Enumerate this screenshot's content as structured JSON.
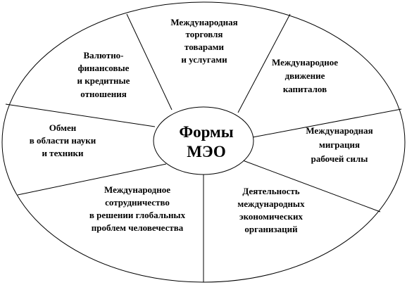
{
  "center": {
    "line1": "Формы",
    "line2": "МЭО"
  },
  "sectors": [
    {
      "id": "trade",
      "lines": [
        "Международная",
        "торговля",
        "товарами",
        "и услугами"
      ]
    },
    {
      "id": "capital",
      "lines": [
        "Международное",
        "движение",
        "капиталов"
      ]
    },
    {
      "id": "migration",
      "lines": [
        "Международная",
        "миграция",
        "рабочей силы"
      ]
    },
    {
      "id": "organizations",
      "lines": [
        "Деятельность",
        "международных",
        "экономических",
        "организаций"
      ]
    },
    {
      "id": "global-problems",
      "lines": [
        "Международное",
        "сотрудничество",
        "в решении глобальных",
        "проблем человечества"
      ]
    },
    {
      "id": "science-exchange",
      "lines": [
        "Обмен",
        "в области науки",
        "и техники"
      ]
    },
    {
      "id": "currency-finance",
      "lines": [
        "Валютно-",
        "финансовые",
        "и кредитные",
        "отношения"
      ]
    }
  ]
}
